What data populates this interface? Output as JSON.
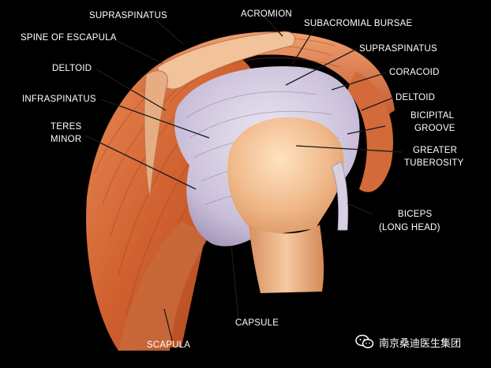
{
  "labels": {
    "supraspinatus_top": "SUPRASPINATUS",
    "acromion": "ACROMION",
    "spine_of_scapula": "SPINE OF ESCAPULA",
    "subacromial_bursae": "SUBACROMIAL BURSAE",
    "supraspinatus_right": "SUPRASPINATUS",
    "deltoid_left": "DELTOID",
    "coracoid": "CORACOID",
    "infraspinatus": "INFRASPINATUS",
    "deltoid_right": "DELTOID",
    "teres_minor_1": "TERES",
    "teres_minor_2": "MINOR",
    "bicipital_groove_1": "BICIPITAL",
    "bicipital_groove_2": "GROOVE",
    "greater_tuberosity_1": "GREATER",
    "greater_tuberosity_2": "TUBEROSITY",
    "biceps_1": "BICEPS",
    "biceps_2": "(LONG HEAD)",
    "capsule": "CAPSULE",
    "scapula": "SCAPULA"
  },
  "watermark": {
    "text": "南京桑迪医生集团",
    "icon": "wechat-icon"
  },
  "colors": {
    "background": "#000000",
    "muscle": "#d86a3c",
    "bone": "#f3c49a",
    "capsule": "#c8bfd6",
    "label": "#ffffff",
    "leader": "#1a1a1a"
  }
}
